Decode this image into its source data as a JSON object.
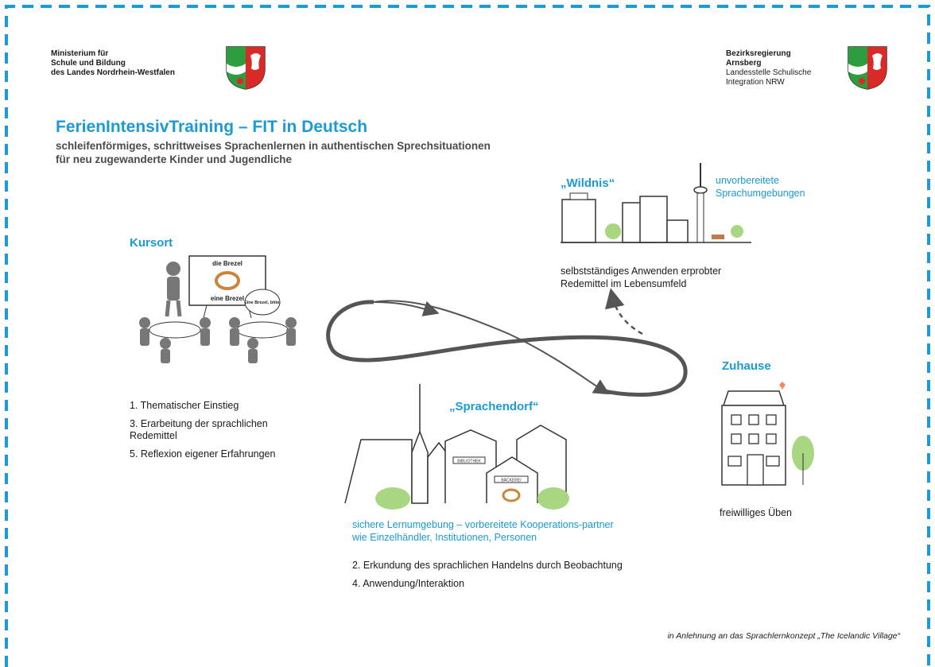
{
  "header": {
    "left_ministry": [
      "Ministerium für",
      "Schule und Bildung",
      "des Landes Nordrhein-Westfalen"
    ],
    "right_authority_bold": [
      "Bezirksregierung",
      "Arnsberg"
    ],
    "right_authority": [
      "Landesstelle Schulische",
      "Integration NRW"
    ]
  },
  "title": "FerienIntensivTraining – FIT in Deutsch",
  "subtitle": "schleifenförmiges, schrittweises Sprachenlernen in authentischen Sprechsituationen für neu zugewanderte Kinder und Jugendliche",
  "kursort": {
    "label": "Kursort",
    "board_top": "die Brezel",
    "board_bottom": "eine Brezel",
    "speech": "Eine Brezel, bitte.",
    "steps": [
      "1. Thematischer Einstieg",
      "3. Erarbeitung der sprachlichen Redemittel",
      "5. Reflexion eigener Erfahrungen"
    ]
  },
  "wildnis": {
    "label": "„Wildnis“",
    "note": "unvorbereitete Sprachumgebungen",
    "desc": "selbstständiges Anwenden erprobter Redemittel im Lebensumfeld"
  },
  "sprachendorf": {
    "label": "„Sprachendorf“",
    "sign_library": "BIBLIOTHEK",
    "sign_bakery": "BÄCKEREI",
    "note": "sichere Lernumgebung – vorbereitete Kooperations-partner wie Einzelhändler, Institutionen, Personen",
    "steps": [
      "2. Erkundung des sprachlichen Handelns durch Beobachtung",
      "4. Anwendung/Interaktion"
    ]
  },
  "zuhause": {
    "label": "Zuhause",
    "desc": "freiwilliges Üben"
  },
  "footer": "in Anlehnung an das Sprachlernkonzept „The Icelandic Village“",
  "colors": {
    "accent": "#1b9ad6",
    "loop": "#555555",
    "tree": "#a9d680",
    "heart": "#f08a6a"
  }
}
